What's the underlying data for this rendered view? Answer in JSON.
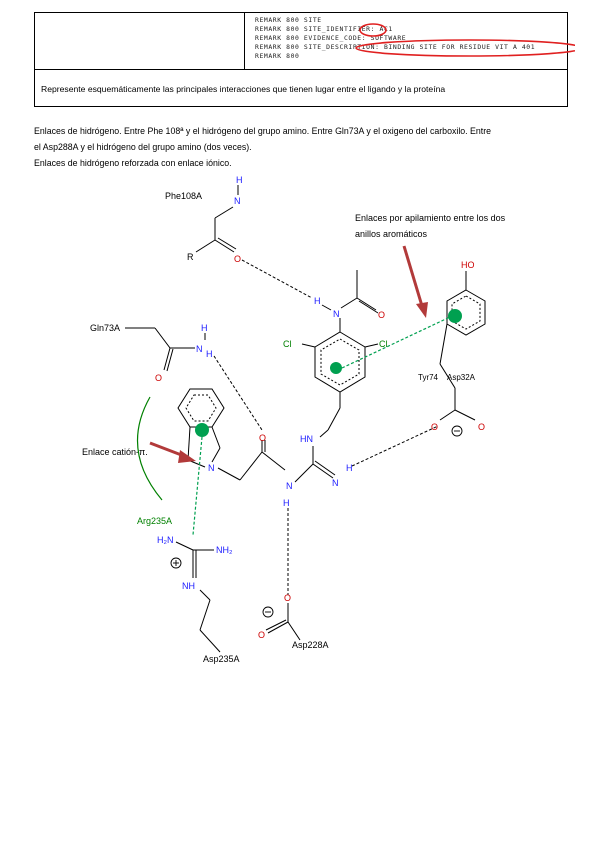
{
  "remarks": [
    "REMARK 800 SITE",
    "REMARK 800 SITE_IDENTIFIER: AC1",
    "REMARK 800 EVIDENCE_CODE: SOFTWARE",
    "REMARK 800 SITE_DESCRIPTION: BINDING SITE FOR RESIDUE VIT A 401",
    "REMARK 800"
  ],
  "question": "Represente esquemáticamente las principales interacciones que tienen lugar entre el ligando y la proteína",
  "answer_lines": [
    "Enlaces de hidrógeno. Entre Phe 108ª y el hidrógeno del grupo amino. Entre Gln73A y el oxigeno del carboxilo. Entre",
    "el Asp288A y el hidrógeno del grupo amino (dos veces).",
    "Enlaces de hidrógeno reforzada con enlace iónico."
  ],
  "diagram": {
    "labels": {
      "phe": "Phe108A",
      "gln": "Gln73A",
      "tyr": "Tyr74",
      "asp_top": "Asp32A",
      "arg": "Arg235A",
      "asp_bottom": "Asp228A",
      "asp_cut": "Asp235A",
      "R": "R",
      "O": "O",
      "N": "N",
      "H": "H",
      "Cl": "Cl",
      "HO": "HO",
      "HN": "HN",
      "NH": "NH",
      "H2N": "H₂N",
      "NH2": "NH₂"
    },
    "annotations": {
      "stacking": [
        "Enlaces por apilamiento entre los dos",
        "anillos aromáticos"
      ],
      "cation_pi": "Enlace catión-π."
    },
    "colors": {
      "bond": "#000000",
      "oxygen": "#cc0000",
      "nitrogen": "#1a1aff",
      "green": "#008000",
      "highlight": "#e02020",
      "arrow": "#b23a3a",
      "centroid": "#00a050"
    }
  }
}
